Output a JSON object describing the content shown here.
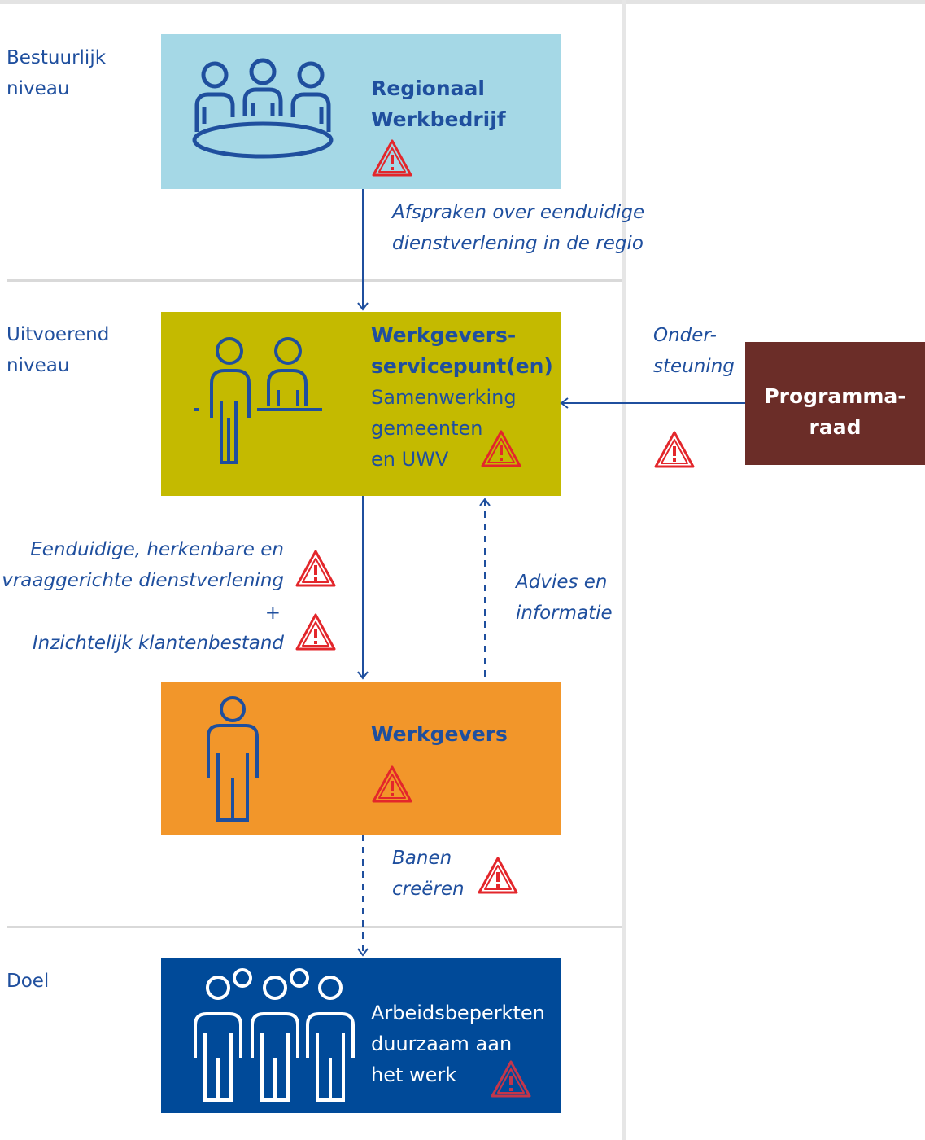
{
  "levels": {
    "bestuurlijk": "Bestuurlijk\nniveau",
    "uitvoerend": "Uitvoerend\nniveau",
    "doel": "Doel"
  },
  "boxes": {
    "regionaal_werkbedrijf": {
      "title": "Regionaal\nWerkbedrijf",
      "color": "#a5d8e6"
    },
    "werkgeversservicepunt": {
      "title": "Werkgevers-\nservicepunt(en)",
      "text": "Samenwerking\ngemeenten\nen UWV",
      "color": "#c4ba00"
    },
    "werkgevers": {
      "title": "Werkgevers",
      "color": "#f2962a"
    },
    "doel": {
      "text": "Arbeidsbeperkten\nduurzaam aan\nhet werk",
      "color": "#004a99"
    },
    "programmaraad": {
      "title": "Programma-\nraad",
      "color": "#6b2d28"
    }
  },
  "arrows": {
    "afspraken": "Afspraken over eenduidige\ndienstverlening in de regio",
    "ondersteuning": "Onder-\nsteuning",
    "eenduidig": "Eenduidige, herkenbare en\nvraaggerichte dienstverlening",
    "plus": "+",
    "inzichtelijk": "Inzichtelijk klantenbestand",
    "advies": "Advies en\ninformatie",
    "banen": "Banen\ncreëren"
  },
  "colors": {
    "text_blue": "#1f4f9e",
    "warning_red": "#e3262b",
    "warning_on_dark": "#c4364b"
  }
}
